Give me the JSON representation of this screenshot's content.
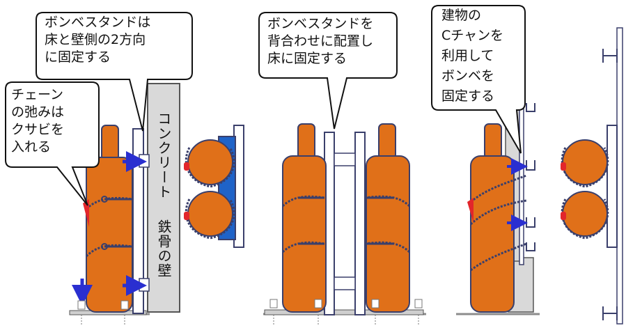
{
  "callouts": {
    "stand_two_way": "ボンベスタンドは\n床と壁側の2方向\nに固定する",
    "chain_slack": "チェーン\nの弛みは\nクサビを\n入れる",
    "back_to_back": "ボンベスタンドを\n背合わせに配置し\n床に固定する",
    "c_channel": "建物の\nCチャンを\n利用して\nボンベを\n固定する"
  },
  "wall_label_1": "コンクリート",
  "wall_label_2": "鉄骨の壁",
  "colors": {
    "cylinder": "#e07019",
    "cylinder_outline": "#3a3f6b",
    "wall": "#d9d9d9",
    "bracket_blue": "#1f63c8",
    "arrow_blue": "#2a2fd0",
    "wedge_red": "#e2262b",
    "floor": "#8c8c8c"
  },
  "icons": [
    "arrow-icon",
    "chain-icon",
    "wedge-icon",
    "anchor-bolt-icon"
  ]
}
